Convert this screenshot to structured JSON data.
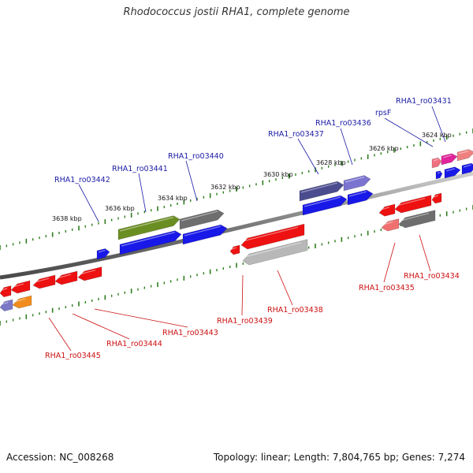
{
  "title": "Rhodococcus jostii RHA1, complete genome",
  "footer": {
    "accession": "Accession: NC_008268",
    "summary": "Topology: linear; Length: 7,804,765 bp; Genes: 7,274"
  },
  "colors": {
    "top_label": "#1a1aa6",
    "bottom_label": "#cc1111",
    "backbone": "#808080",
    "tick": "#2e7d1e"
  },
  "scale_labels": [
    "3638 kbp",
    "3636 kbp",
    "3634 kbp",
    "3632 kbp",
    "3630 kbp",
    "3628 kbp",
    "3626 kbp",
    "3624 kbp"
  ],
  "top_genes": [
    "RHA1_ro03442",
    "RHA1_ro03441",
    "RHA1_ro03440",
    "RHA1_ro03437",
    "RHA1_ro03436",
    "rpsF",
    "RHA1_ro03431"
  ],
  "bottom_genes": [
    "RHA1_ro03445",
    "RHA1_ro03444",
    "RHA1_ro03443",
    "RHA1_ro03439",
    "RHA1_ro03438",
    "RHA1_ro03435",
    "RHA1_ro03434"
  ]
}
